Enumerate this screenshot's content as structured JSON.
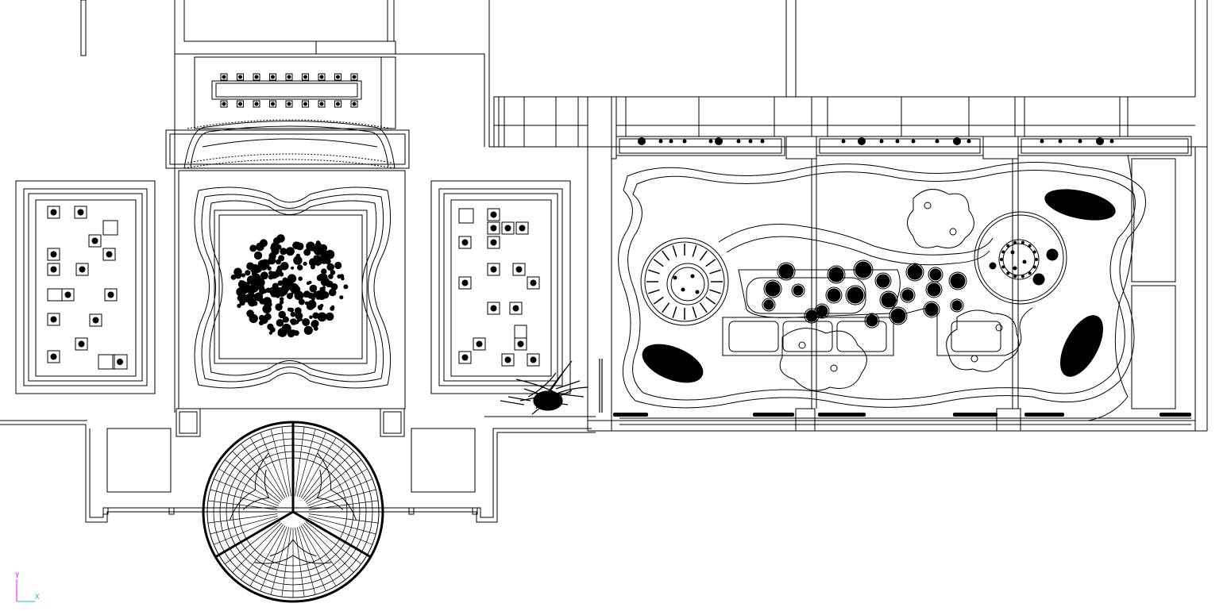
{
  "viewport": {
    "background": "#ffffff",
    "line_color": "#000000"
  },
  "ucs_icon": {
    "y_label": "Y",
    "x_label": "X",
    "y_color": "#ff00ff",
    "x_color": "#00c8c8"
  },
  "drawing": {
    "rooms": [
      "dining-room",
      "courtyard-left",
      "central-courtyard",
      "courtyard-right",
      "landscape-garden",
      "round-pavilion"
    ],
    "dining_table_chairs_per_side": 9
  }
}
